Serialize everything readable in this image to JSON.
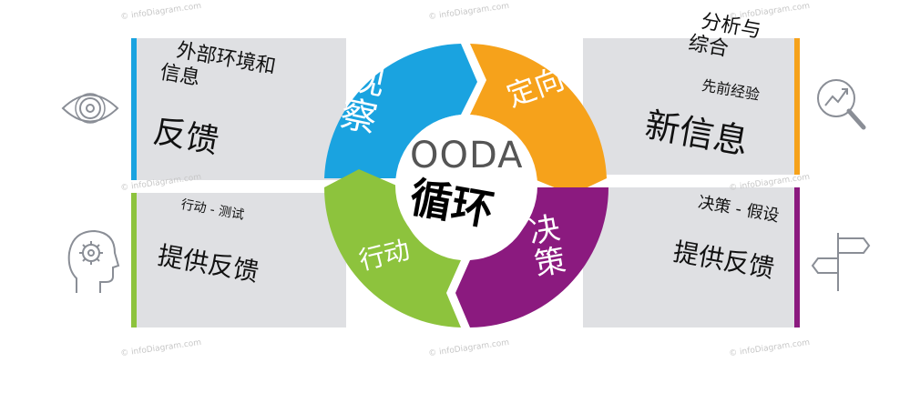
{
  "watermark": "© infoDiagram.com",
  "colors": {
    "observe": "#1aa3e0",
    "orient": "#f6a21b",
    "decide": "#8b1a7f",
    "act": "#8dc33d",
    "panel": "#dfe0e3"
  },
  "center": {
    "title": "OODA",
    "subtitle": "循环"
  },
  "segments": {
    "observe": "观\n察",
    "orient": "定向",
    "decide": "决\n策",
    "act": "行动"
  },
  "panels": {
    "top_left": {
      "line1": "外部环境和",
      "line2": "信息",
      "line3": "反馈",
      "icon": "eye-icon"
    },
    "bottom_left": {
      "line1": "行动 - 测试",
      "line2": "提供反馈",
      "icon": "head-gear-icon"
    },
    "top_right": {
      "line1": "分析与",
      "line2": "综合",
      "line3": "先前经验",
      "line4": "新信息",
      "icon": "magnifier-chart-icon"
    },
    "bottom_right": {
      "line1": "决策 - 假设",
      "line2": "提供反馈",
      "icon": "signpost-icon"
    }
  }
}
